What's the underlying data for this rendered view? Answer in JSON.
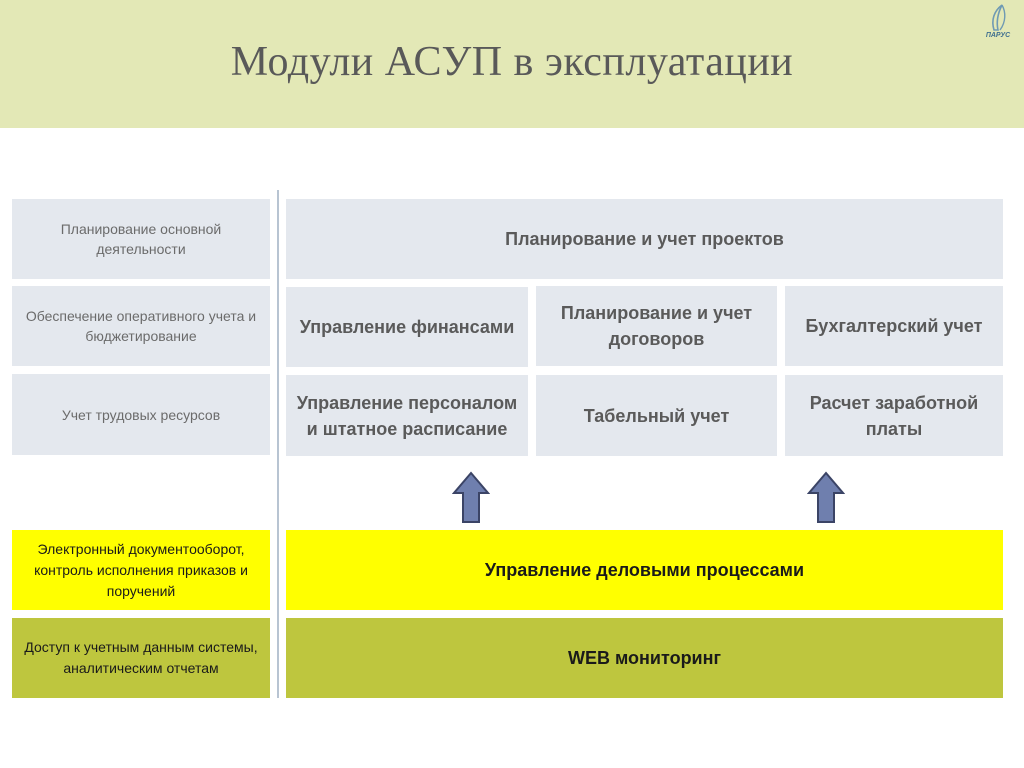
{
  "title": "Модули АСУП в эксплуатации",
  "logo": {
    "text": "ПАРУС"
  },
  "left": {
    "row1": "Планирование основной деятельности",
    "row2": "Обеспечение оперативного учета и бюджетирование",
    "row3": "Учет трудовых ресурсов",
    "row4": "Электронный документооборот, контроль исполнения приказов и поручений",
    "row5": "Доступ к учетным данным системы, аналитическим отчетам"
  },
  "right": {
    "projects": "Планирование и учет проектов",
    "finance": "Управление финансами",
    "contracts": "Планирование и учет договоров",
    "accounting": "Бухгалтерский учет",
    "personnel": "Управление персоналом и штатное расписание",
    "timesheet": "Табельный учет",
    "payroll": "Расчет заработной платы",
    "processes": "Управление деловыми процессами",
    "web": "WEB мониторинг"
  },
  "colors": {
    "header": "#e3e8b6",
    "grey_box": "#e4e8ee",
    "yellow": "#ffff00",
    "olive": "#bec63e",
    "arrow": "#6f7fae"
  }
}
